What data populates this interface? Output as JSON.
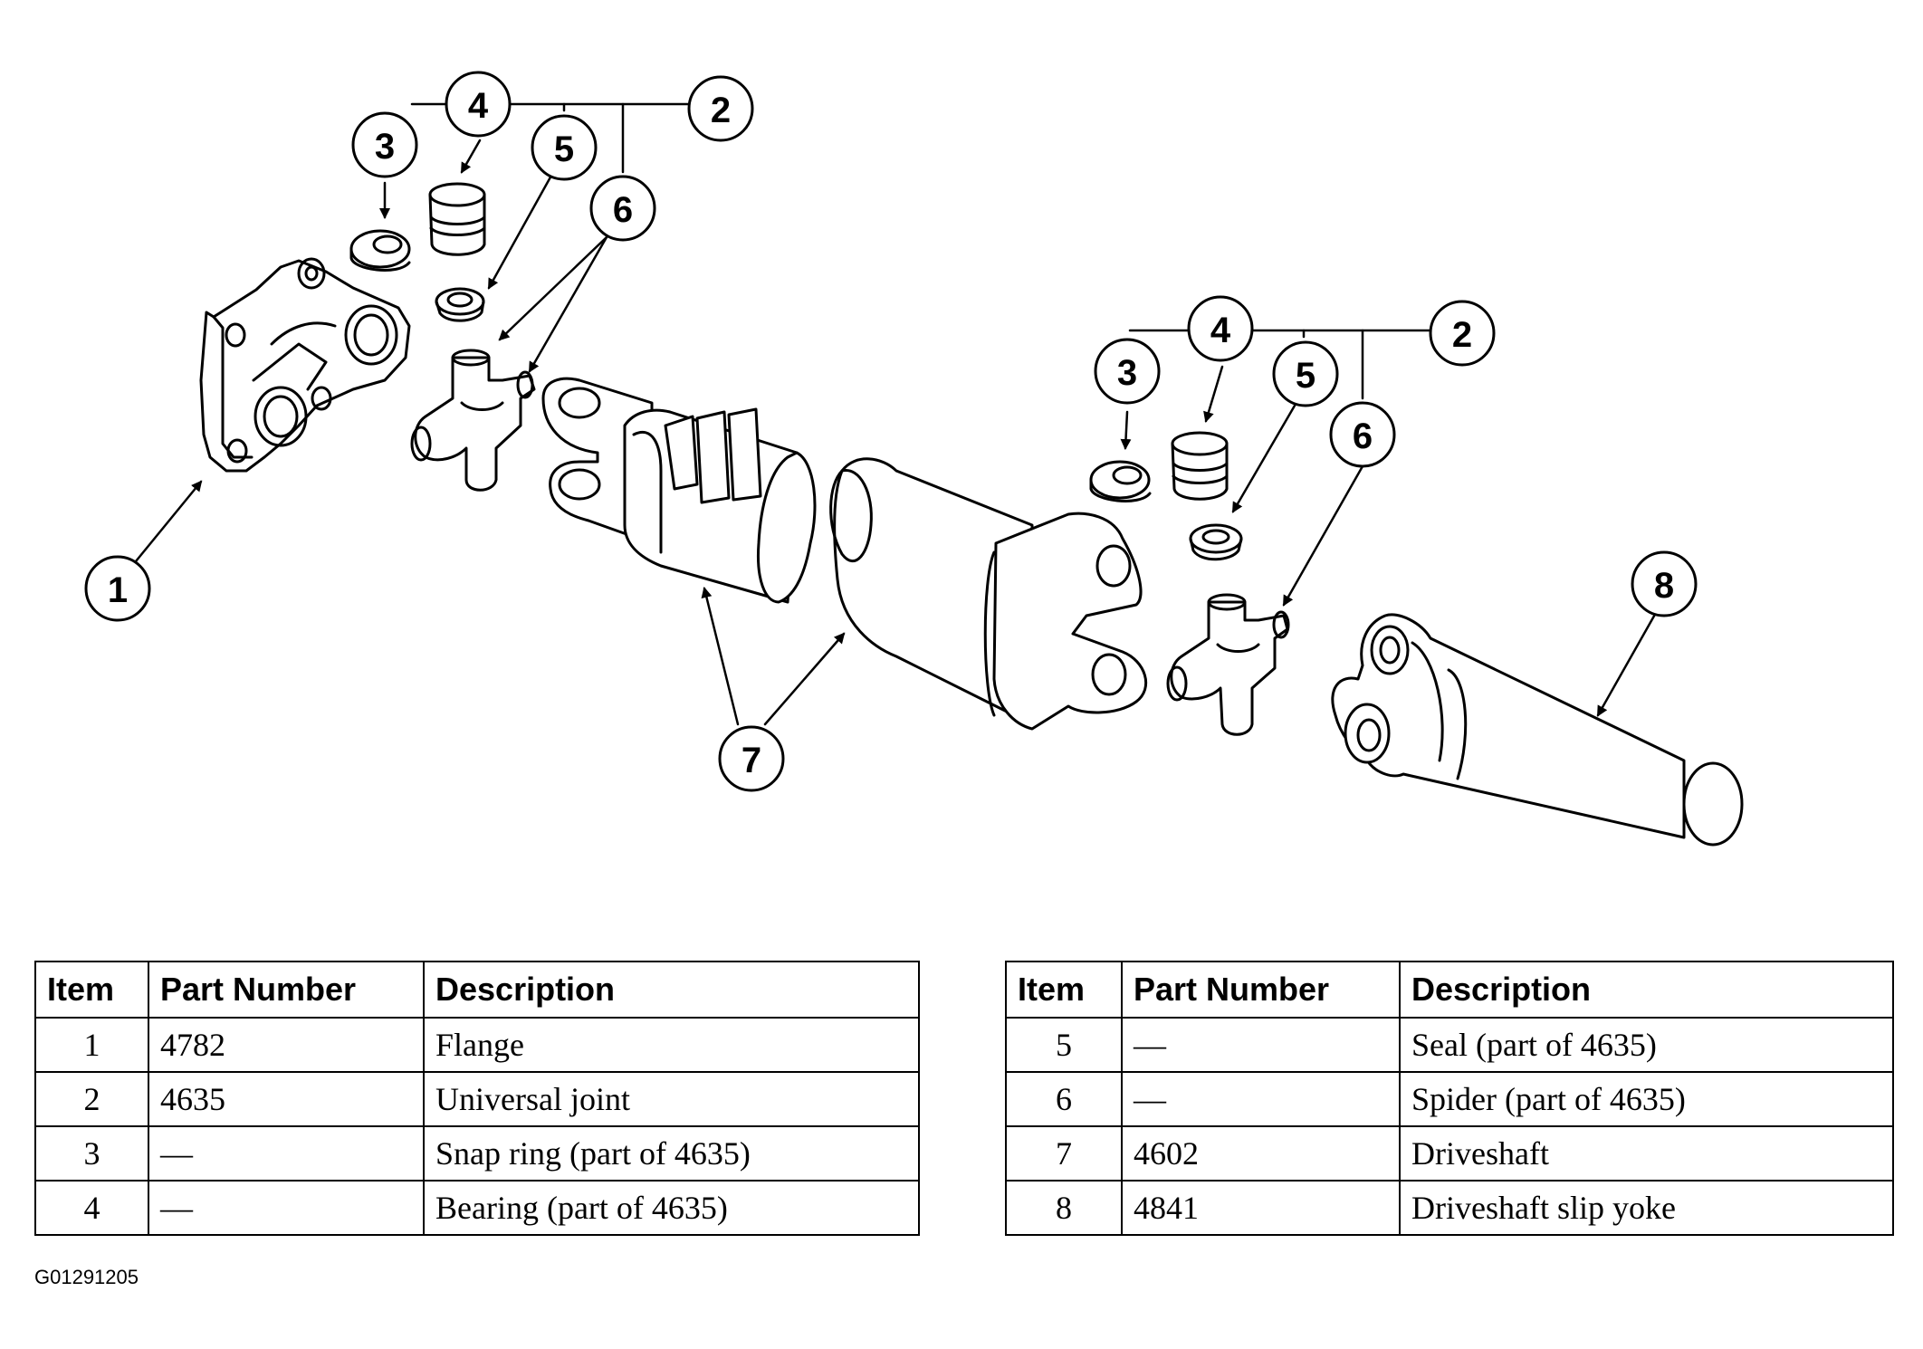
{
  "callouts": {
    "c1": "1",
    "left": {
      "c2": "2",
      "c3": "3",
      "c4": "4",
      "c5": "5",
      "c6": "6"
    },
    "right": {
      "c2": "2",
      "c3": "3",
      "c4": "4",
      "c5": "5",
      "c6": "6"
    },
    "c7": "7",
    "c8": "8"
  },
  "table_headers": {
    "item": "Item",
    "part_number": "Part Number",
    "description": "Description"
  },
  "table_left": [
    {
      "item": "1",
      "part": "4782",
      "desc": "Flange"
    },
    {
      "item": "2",
      "part": "4635",
      "desc": "Universal joint"
    },
    {
      "item": "3",
      "part": "—",
      "desc": "Snap ring (part of 4635)"
    },
    {
      "item": "4",
      "part": "—",
      "desc": "Bearing (part of 4635)"
    }
  ],
  "table_right": [
    {
      "item": "5",
      "part": "—",
      "desc": "Seal (part of 4635)"
    },
    {
      "item": "6",
      "part": "—",
      "desc": "Spider (part of 4635)"
    },
    {
      "item": "7",
      "part": "4602",
      "desc": "Driveshaft"
    },
    {
      "item": "8",
      "part": "4841",
      "desc": "Driveshaft slip yoke"
    }
  ],
  "figure_id": "G01291205"
}
